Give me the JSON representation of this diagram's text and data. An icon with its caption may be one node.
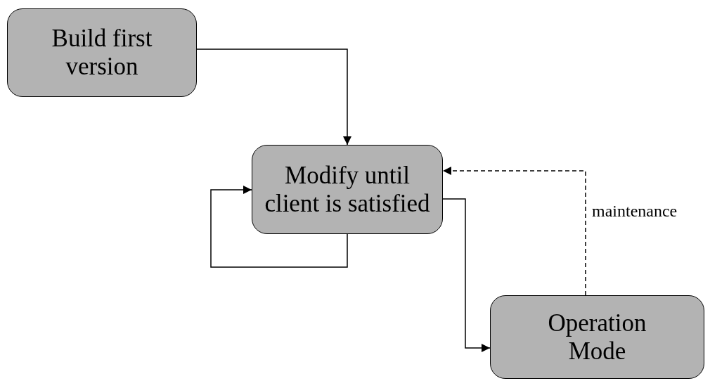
{
  "diagram": {
    "nodes": [
      {
        "text": [
          "Build first version"
        ]
      },
      {
        "text": [
          "Modify until client is satisfied"
        ]
      },
      {
        "text": [
          "Operation Mode"
        ]
      }
    ],
    "edges": [
      {
        "from": 0,
        "to": 1,
        "arrow": "to"
      },
      {
        "from": 1,
        "to": 1,
        "arrow": "to"
      },
      {
        "from": 1,
        "to": 2,
        "arrow": "to"
      },
      {
        "from": 2,
        "to": 1,
        "arrow": "to",
        "label": "maintenance",
        "style": "dashed"
      }
    ]
  }
}
